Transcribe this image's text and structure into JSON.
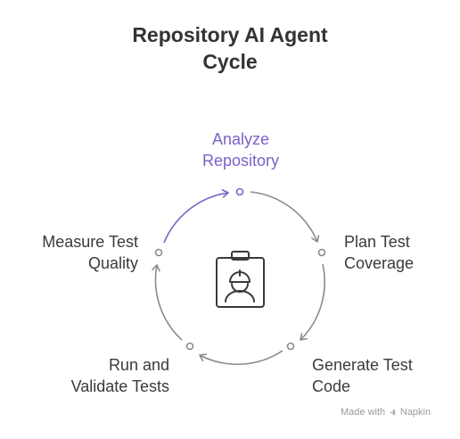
{
  "title": {
    "line1": "Repository AI Agent",
    "line2": "Cycle"
  },
  "steps": [
    {
      "line1": "Analyze",
      "line2": "Repository",
      "highlighted": true
    },
    {
      "line1": "Plan Test",
      "line2": "Coverage",
      "highlighted": false
    },
    {
      "line1": "Generate Test",
      "line2": "Code",
      "highlighted": false
    },
    {
      "line1": "Run and",
      "line2": "Validate Tests",
      "highlighted": false
    },
    {
      "line1": "Measure Test",
      "line2": "Quality",
      "highlighted": false
    }
  ],
  "center_icon": "clipboard-with-worker-icon",
  "colors": {
    "accent": "#7b62c9",
    "arrow": "#8a8a8a",
    "text": "#3a3a3a"
  },
  "footer": {
    "prefix": "Made with",
    "brand": "Napkin"
  }
}
